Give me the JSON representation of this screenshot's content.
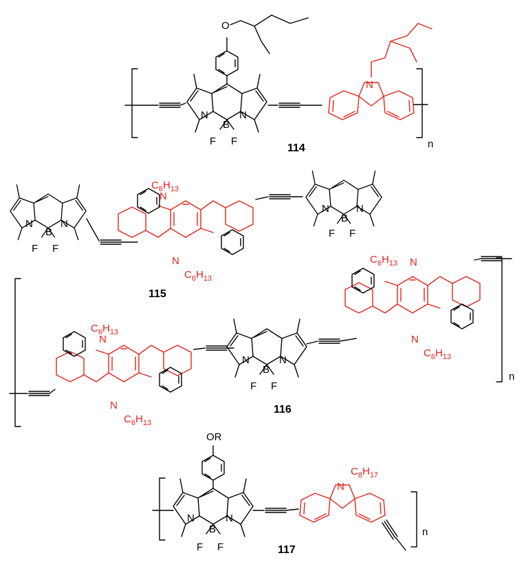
{
  "colors": {
    "bodipy": "#000000",
    "carbazole": "#e2231a"
  },
  "compounds": [
    {
      "id": "114",
      "label": "114",
      "repeat": "n"
    },
    {
      "id": "115",
      "label": "115"
    },
    {
      "id": "116",
      "label": "116",
      "repeat": "n"
    },
    {
      "id": "117",
      "label": "117",
      "repeat": "n"
    }
  ],
  "atoms": {
    "oxygen": "O",
    "nitrogen": "N",
    "boron": "B",
    "fluorine": "F",
    "or_group": "OR"
  },
  "substituents": {
    "hexyl": "C6H13",
    "hexyl_base": "C",
    "hexyl_c": "6",
    "hexyl_h": "H",
    "hexyl_h_n": "13",
    "octyl_base": "C",
    "octyl_c": "8",
    "octyl_h": "H",
    "octyl_h_n": "17"
  }
}
